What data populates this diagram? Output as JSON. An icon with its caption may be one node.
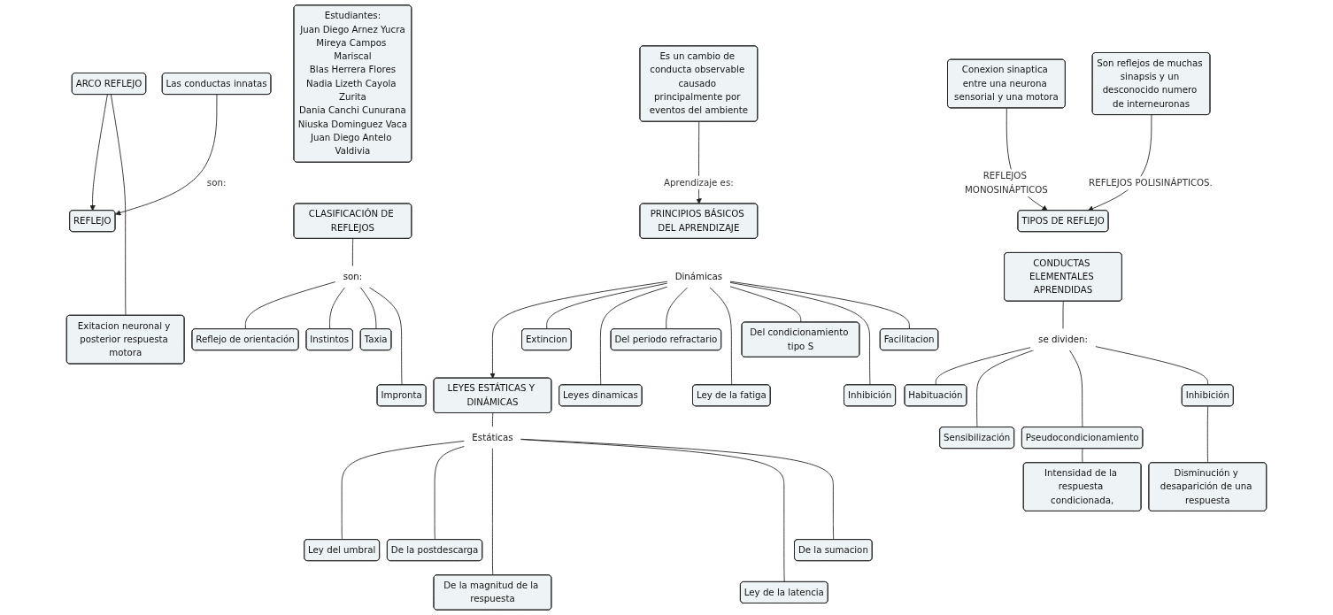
{
  "diagram": {
    "nodes": [
      {
        "text": [
          "Estudiantes:",
          "Juan Diego Arnez Yucra",
          "Mireya Campos Mariscal",
          "Blas Herrera Flores",
          "Nadia Lizeth Cayola Zurita",
          "Dania Canchi Cunurana",
          "Niuska Dominguez Vaca",
          "Juan Diego Antelo Valdivia"
        ]
      },
      {
        "text": [
          "PRINCIPIOS BÁSICOS DEL APRENDIZAJE"
        ]
      },
      {
        "text": [
          "ARCO REFLEJO"
        ]
      },
      {
        "text": [
          "REFLEJO"
        ]
      },
      {
        "text": [
          "Es un cambio de conducta observable causado principalmente por eventos del ambiente"
        ]
      },
      {
        "text": [
          "TIPOS DE REFLEJO"
        ]
      },
      {
        "text": [
          "Exitacion neuronal y posterior respuesta motora"
        ]
      },
      {
        "text": [
          "CLASIFICACIÓN DE REFLEJOS"
        ]
      },
      {
        "text": [
          "Las conductas innatas"
        ]
      },
      {
        "text": [
          "Conexion sinaptica entre una neurona sensorial y una motora"
        ]
      },
      {
        "text": [
          "LEYES ESTÁTICAS Y DINÁMICAS"
        ]
      },
      {
        "text": [
          "Son reflejos de muchas sinapsis y un desconocido numero de interneuronas"
        ]
      },
      {
        "text": [
          "son:"
        ]
      },
      {
        "text": [
          "Reflejo de orientación"
        ]
      },
      {
        "text": [
          "Extincion"
        ]
      },
      {
        "text": [
          "Estáticas"
        ]
      },
      {
        "text": [
          "Dinámicas"
        ]
      },
      {
        "text": [
          "CONDUCTAS ELEMENTALES APRENDIDAS"
        ]
      },
      {
        "text": [
          "Instintos"
        ]
      },
      {
        "text": [
          "Leyes dinamicas"
        ]
      },
      {
        "text": [
          "Taxia"
        ]
      },
      {
        "text": [
          "Ley del umbral"
        ]
      },
      {
        "text": [
          "De la postdescarga"
        ]
      },
      {
        "text": [
          "Del periodo refractario"
        ]
      },
      {
        "text": [
          "Impronta"
        ]
      },
      {
        "text": [
          "se dividen:"
        ]
      },
      {
        "text": [
          "Habituación"
        ]
      },
      {
        "text": [
          "Sensibilización"
        ]
      },
      {
        "text": [
          "De la magnitud de la respuesta"
        ]
      },
      {
        "text": [
          "Ley de la latencia"
        ]
      },
      {
        "text": [
          "Facilitacion"
        ]
      },
      {
        "text": [
          "Ley de la fatiga"
        ]
      },
      {
        "text": [
          "Pseudocondicionamiento"
        ]
      },
      {
        "text": [
          "Inhibición"
        ]
      },
      {
        "text": [
          "Inhibición"
        ]
      },
      {
        "text": [
          "Del condicionamiento tipo S"
        ]
      },
      {
        "text": [
          "De la sumacion"
        ]
      },
      {
        "text": [
          "Intensidad de la respuesta condicionada,"
        ]
      },
      {
        "text": [
          "Disminución y desaparición de una respuesta"
        ]
      }
    ],
    "edges": [
      {
        "from": 2,
        "to": 3,
        "arrow": "to"
      },
      {
        "from": 2,
        "to": 6,
        "arrow": "none"
      },
      {
        "from": 8,
        "to": 3,
        "arrow": "to",
        "label": "son:"
      },
      {
        "from": 4,
        "to": 1,
        "arrow": "to",
        "label": "Aprendizaje es:"
      },
      {
        "from": 9,
        "to": 5,
        "arrow": "to",
        "label": "REFLEJOS MONOSINÁPTICOS"
      },
      {
        "from": 11,
        "to": 5,
        "arrow": "to",
        "label": "REFLEJOS POLISINÁPTICOS."
      },
      {
        "from": 7,
        "to": 12,
        "arrow": "none"
      },
      {
        "from": 12,
        "to": 13,
        "arrow": "none"
      },
      {
        "from": 12,
        "to": 18,
        "arrow": "none"
      },
      {
        "from": 12,
        "to": 20,
        "arrow": "none"
      },
      {
        "from": 12,
        "to": 24,
        "arrow": "none"
      },
      {
        "from": 10,
        "to": 15,
        "arrow": "none"
      },
      {
        "from": 16,
        "to": 10,
        "arrow": "to"
      },
      {
        "from": 15,
        "to": 21,
        "arrow": "none"
      },
      {
        "from": 15,
        "to": 22,
        "arrow": "none"
      },
      {
        "from": 15,
        "to": 28,
        "arrow": "none"
      },
      {
        "from": 15,
        "to": 29,
        "arrow": "none"
      },
      {
        "from": 15,
        "to": 36,
        "arrow": "none"
      },
      {
        "from": 16,
        "to": 14,
        "arrow": "none"
      },
      {
        "from": 16,
        "to": 19,
        "arrow": "none"
      },
      {
        "from": 16,
        "to": 23,
        "arrow": "none"
      },
      {
        "from": 16,
        "to": 31,
        "arrow": "none"
      },
      {
        "from": 16,
        "to": 35,
        "arrow": "none"
      },
      {
        "from": 16,
        "to": 33,
        "arrow": "none"
      },
      {
        "from": 16,
        "to": 30,
        "arrow": "none"
      },
      {
        "from": 17,
        "to": 25,
        "arrow": "none"
      },
      {
        "from": 25,
        "to": 26,
        "arrow": "none"
      },
      {
        "from": 25,
        "to": 27,
        "arrow": "none"
      },
      {
        "from": 25,
        "to": 32,
        "arrow": "none"
      },
      {
        "from": 25,
        "to": 34,
        "arrow": "none"
      },
      {
        "from": 34,
        "to": 38,
        "arrow": "none"
      },
      {
        "from": 32,
        "to": 37,
        "arrow": "none"
      }
    ]
  }
}
